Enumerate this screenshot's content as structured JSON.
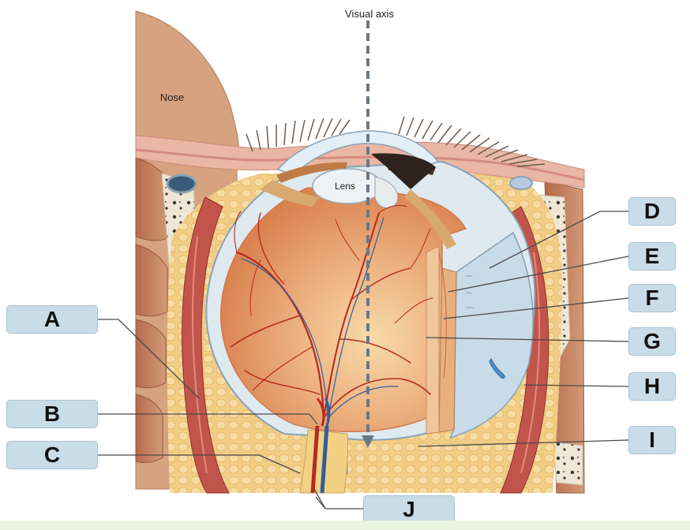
{
  "diagram": {
    "visual_axis_label": "Visual axis",
    "nose_label": "Nose",
    "lens_label": "Lens",
    "labels": [
      "A",
      "B",
      "C",
      "D",
      "E",
      "F",
      "G",
      "H",
      "I",
      "J"
    ]
  },
  "colors": {
    "label_box_fill": "#c9dde8",
    "retina": "#e9a070",
    "vitreous_highlight": "#f6d9a6",
    "fat": "#f3cf88",
    "muscle": "#c2554b",
    "sclera": "#dfe9f0",
    "vessels": "#b52a22"
  }
}
